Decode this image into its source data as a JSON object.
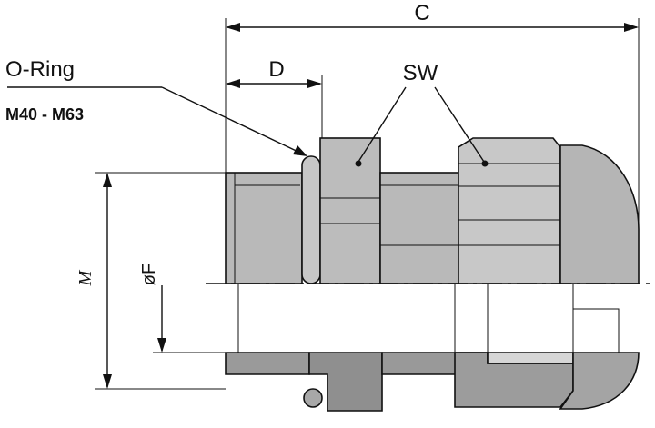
{
  "labels": {
    "c": "C",
    "d": "D",
    "sw": "SW",
    "o_ring": "O-Ring",
    "thread_range": "M40 - M63",
    "dia_f": "øF",
    "thread_m": "M"
  },
  "colors": {
    "body_gray": "#b4b4b4",
    "light_gray": "#d2d2d2",
    "dark_gray": "#8c8c8c",
    "line": "#111111",
    "background": "#ffffff"
  }
}
